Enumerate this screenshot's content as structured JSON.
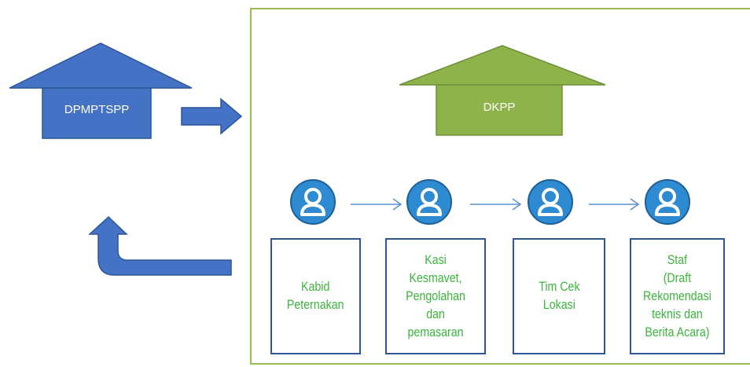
{
  "left_house": {
    "label": "DPMPTSPP",
    "color": "#4472c4"
  },
  "right_house": {
    "label": "DKPP",
    "color": "#8fb34b"
  },
  "colors": {
    "frame_border": "#9bbb59",
    "arrow_fill": "#4472c4",
    "role_border": "#2f5597",
    "role_text": "#3cb43c",
    "avatar_fill": "#2e8bd1"
  },
  "roles": [
    {
      "label": "Kabid\nPeternakan"
    },
    {
      "label": "Kasi\nKesmavet,\nPengolahan\ndan\npemasaran"
    },
    {
      "label": "Tim Cek\nLokasi"
    },
    {
      "label": "Staf\n(Draft\nRekomendasi\nteknis dan\nBerita Acara)"
    }
  ]
}
